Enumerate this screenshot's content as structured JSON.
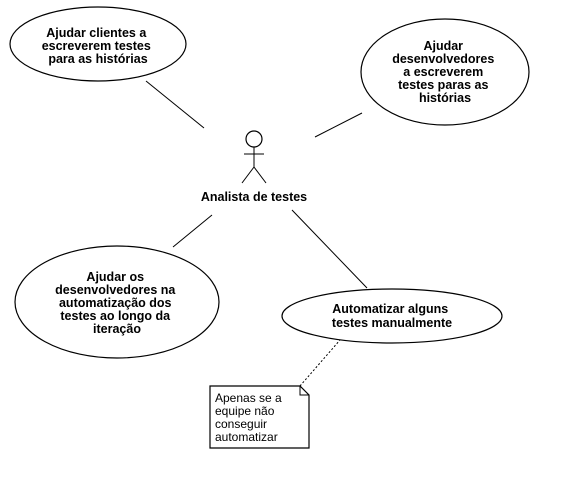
{
  "diagram": {
    "actor": {
      "name": "Analista de testes"
    },
    "use_cases": [
      {
        "id": "uc1",
        "lines": [
          "Ajudar clientes a",
          "escreverem testes",
          "para as histórias"
        ]
      },
      {
        "id": "uc2",
        "lines": [
          "Ajudar",
          "desenvolvedores",
          "a escreverem",
          "testes paras as",
          "histórias"
        ]
      },
      {
        "id": "uc3",
        "lines": [
          "Ajudar os",
          "desenvolvedores na",
          "automatização dos",
          "testes ao longo da",
          "iteração"
        ]
      },
      {
        "id": "uc4",
        "lines": [
          "Automatizar alguns",
          "testes manualmente"
        ]
      }
    ],
    "note": {
      "lines": [
        "Apenas se a",
        "equipe não",
        "conseguir",
        "automatizar"
      ]
    }
  },
  "colors": {
    "stroke": "#000000",
    "fill": "#ffffff"
  }
}
